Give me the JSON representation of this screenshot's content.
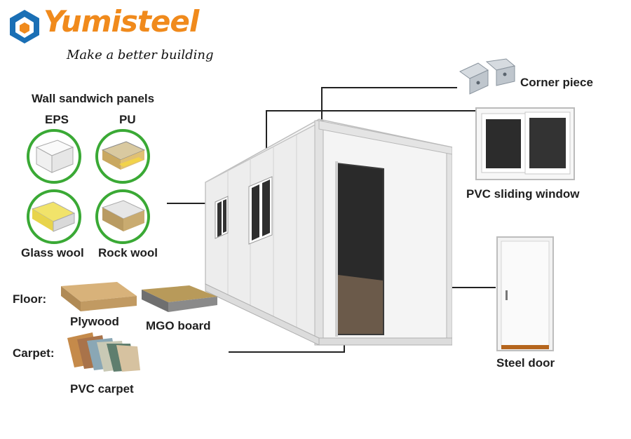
{
  "brand": {
    "name": "Yumisteel",
    "tagline": "Make a better building",
    "color": "#f08a1c",
    "logo_color": "#1a6fb5"
  },
  "wall": {
    "title": "Wall sandwich panels",
    "items": [
      "EPS",
      "PU",
      "Glass wool",
      "Rock wool"
    ]
  },
  "floor": {
    "heading": "Floor:",
    "items": [
      "Plywood",
      "MGO board"
    ]
  },
  "carpet": {
    "heading": "Carpet:",
    "item": "PVC carpet"
  },
  "right": {
    "corner": "Corner piece",
    "window": "PVC sliding window",
    "door": "Steel door"
  },
  "colors": {
    "ring": "#3aa935",
    "line": "#222222"
  }
}
